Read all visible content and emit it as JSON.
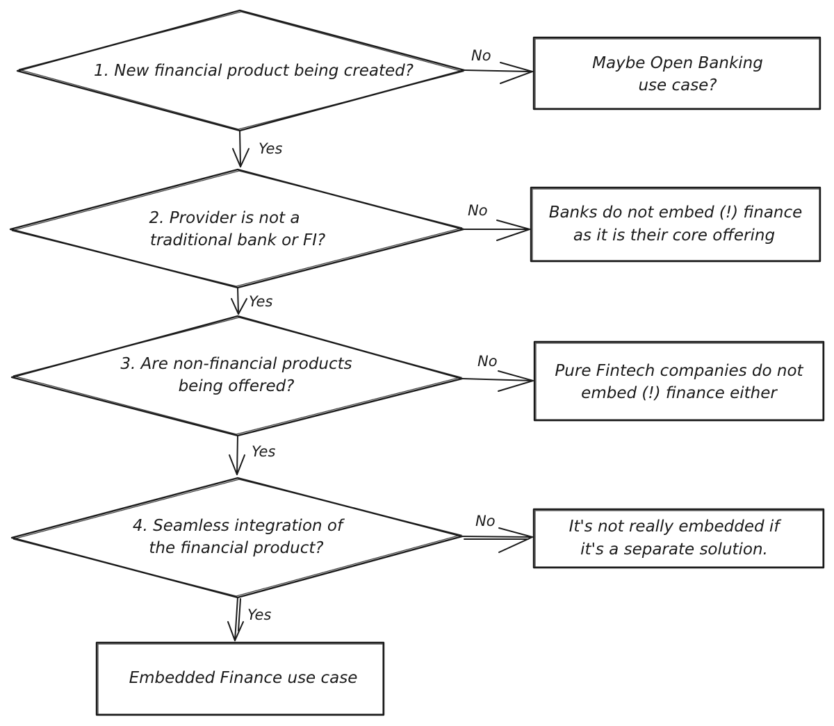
{
  "decisions": [
    {
      "lines": [
        "1. New financial product being created?"
      ]
    },
    {
      "lines": [
        "2. Provider is not a",
        "traditional bank or FI?"
      ]
    },
    {
      "lines": [
        "3. Are non-financial products",
        "being offered?"
      ]
    },
    {
      "lines": [
        "4. Seamless integration of",
        "the financial product?"
      ]
    }
  ],
  "outcomes": [
    {
      "lines": [
        "Maybe Open Banking",
        "use case?"
      ]
    },
    {
      "lines": [
        "Banks do not embed (!) finance",
        "as it is their core offering"
      ]
    },
    {
      "lines": [
        "Pure Fintech companies do not",
        "embed (!) finance either"
      ]
    },
    {
      "lines": [
        "It's not really embedded if",
        "it's a separate solution."
      ]
    }
  ],
  "final": {
    "lines": [
      "Embedded Finance use case"
    ]
  },
  "edge_labels": {
    "yes": [
      "Yes",
      "Yes",
      "Yes",
      "Yes"
    ],
    "no": [
      "No",
      "No",
      "No",
      "No"
    ]
  }
}
